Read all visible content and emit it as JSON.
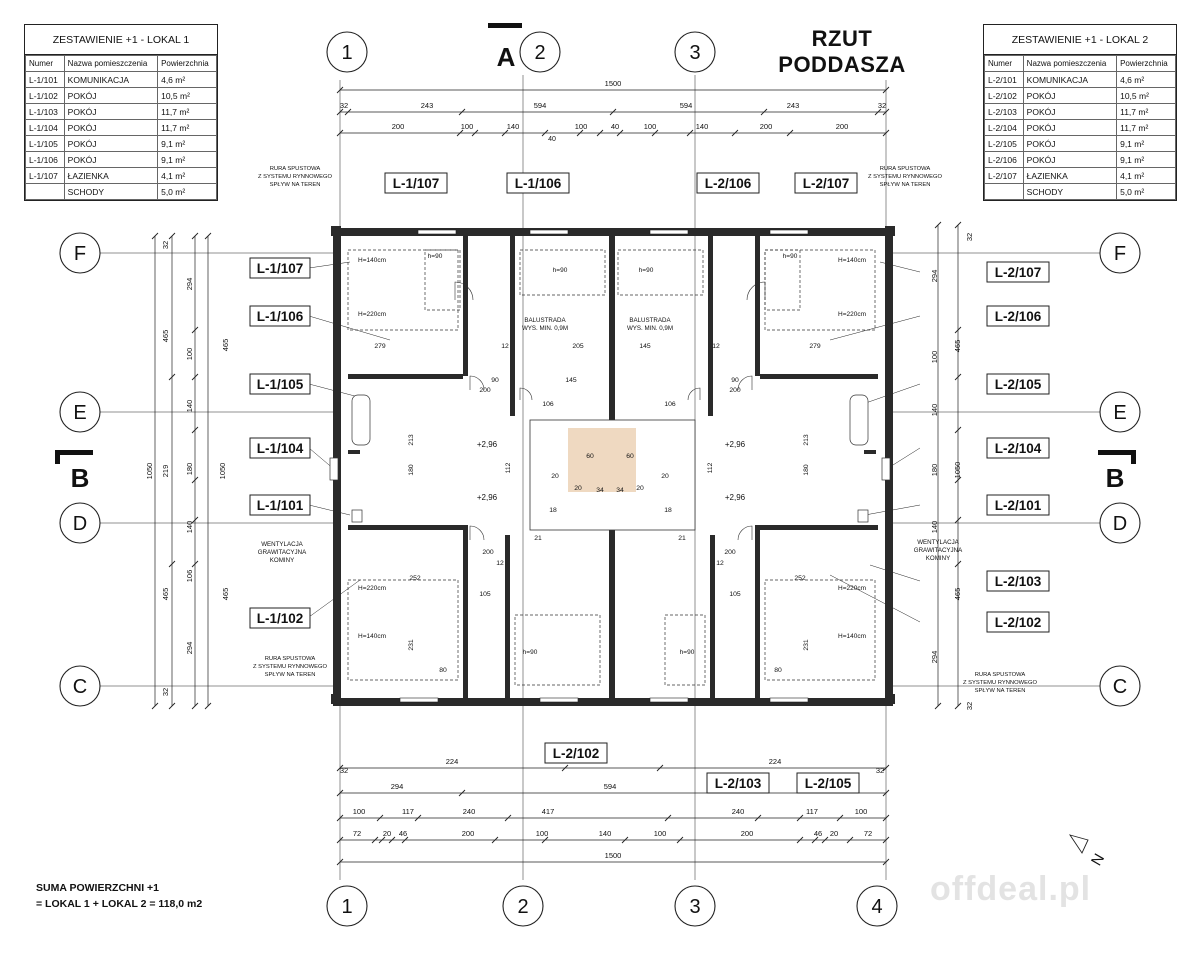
{
  "tables": [
    {
      "title": "ZESTAWIENIE +1 - LOKAL 1",
      "headers": [
        "Numer",
        "Nazwa pomieszczenia",
        "Powierzchnia"
      ],
      "rows": [
        [
          "L-1/101",
          "KOMUNIKACJA",
          "4,6 m²"
        ],
        [
          "L-1/102",
          "POKÓJ",
          "10,5 m²"
        ],
        [
          "L-1/103",
          "POKÓJ",
          "11,7 m²"
        ],
        [
          "L-1/104",
          "POKÓJ",
          "11,7 m²"
        ],
        [
          "L-1/105",
          "POKÓJ",
          "9,1 m²"
        ],
        [
          "L-1/106",
          "POKÓJ",
          "9,1 m²"
        ],
        [
          "L-1/107",
          "ŁAZIENKA",
          "4,1 m²"
        ],
        [
          "",
          "SCHODY",
          "5,0 m²"
        ]
      ]
    },
    {
      "title": "ZESTAWIENIE +1 - LOKAL 2",
      "headers": [
        "Numer",
        "Nazwa pomieszczenia",
        "Powierzchnia"
      ],
      "rows": [
        [
          "L-2/101",
          "KOMUNIKACJA",
          "4,6 m²"
        ],
        [
          "L-2/102",
          "POKÓJ",
          "10,5 m²"
        ],
        [
          "L-2/103",
          "POKÓJ",
          "11,7 m²"
        ],
        [
          "L-2/104",
          "POKÓJ",
          "11,7 m²"
        ],
        [
          "L-2/105",
          "POKÓJ",
          "9,1 m²"
        ],
        [
          "L-2/106",
          "POKÓJ",
          "9,1 m²"
        ],
        [
          "L-2/107",
          "ŁAZIENKA",
          "4,1 m²"
        ],
        [
          "",
          "SCHODY",
          "5,0 m²"
        ]
      ]
    }
  ],
  "heading": {
    "line1": "RZUT",
    "line2": "PODDASZA"
  },
  "summary": {
    "line1": "SUMA POWIERZCHNI +1",
    "line2": "= LOKAL 1 + LOKAL 2 = 118,0 m2"
  },
  "watermark": "offdeal.pl",
  "section_marks": {
    "a": "A",
    "b": "B"
  },
  "grid_axes": {
    "top": [
      "1",
      "2",
      "3"
    ],
    "bottom": [
      "1",
      "2",
      "3",
      "4"
    ],
    "rows": [
      "F",
      "E",
      "D",
      "C"
    ]
  },
  "room_tags_left": [
    "L-1/107",
    "L-1/106",
    "L-1/105",
    "L-1/104",
    "L-1/101",
    "L-1/102"
  ],
  "room_tags_right": [
    "L-2/107",
    "L-2/106",
    "L-2/105",
    "L-2/104",
    "L-2/101",
    "L-2/103",
    "L-2/102"
  ],
  "room_tags_top": [
    "L-1/107",
    "L-1/106",
    "L-2/106",
    "L-2/107"
  ],
  "room_tags_bottom": [
    "L-2/102",
    "L-2/103",
    "L-2/105"
  ],
  "dims_top_total": "1500",
  "dims_top_row2": [
    "32",
    "243",
    "594",
    "594",
    "243",
    "32"
  ],
  "dims_top_row3": [
    "200",
    "100",
    "140",
    "100",
    "40",
    "100",
    "140",
    "200",
    "200"
  ],
  "dims_top_small": "40",
  "dims_bottom_row1": [
    "224",
    "224"
  ],
  "dims_bottom_side": [
    "32",
    "32"
  ],
  "dims_bottom_row2": [
    "294",
    "594"
  ],
  "dims_bottom_row3": [
    "100",
    "117",
    "240",
    "417",
    "240",
    "117",
    "100"
  ],
  "dims_bottom_row4": [
    "72",
    "20",
    "46",
    "200",
    "100",
    "140",
    "100",
    "200",
    "46",
    "20",
    "72"
  ],
  "dims_bottom_total": "1500",
  "dims_left_outer": [
    "1050"
  ],
  "dims_left_mid": [
    "465",
    "219",
    "465"
  ],
  "dims_left_inner": [
    "294",
    "100",
    "140",
    "180",
    "140",
    "106",
    "294"
  ],
  "dims_left_full": [
    "1050"
  ],
  "dims_left_sub": [
    "465",
    "465"
  ],
  "dims_left_edge": [
    "32",
    "32"
  ],
  "dims_right_values": [
    "32",
    "294",
    "465",
    "100",
    "140",
    "1050",
    "180",
    "140",
    "465",
    "294",
    "32"
  ],
  "notes": {
    "rura": [
      "RURA SPUSTOWA",
      "Z SYSTEMU RYNNOWEGO",
      "SPŁYW NA TEREN"
    ],
    "went": [
      "WENTYLACJA",
      "GRAWITACYJNA",
      "KOMINY"
    ],
    "balustrada": [
      "BALUSTRADA",
      "WYS. MIN. 0,9M"
    ]
  },
  "plan_labels": {
    "h140": "H=140cm",
    "h220": "H=220cm",
    "h90": "h=90",
    "level": "+2,96",
    "dims": [
      "279",
      "279",
      "12",
      "12",
      "205",
      "145",
      "90",
      "90",
      "145",
      "106",
      "106",
      "200",
      "200",
      "12",
      "12",
      "252",
      "252",
      "105",
      "105",
      "231",
      "231",
      "213",
      "213",
      "180",
      "180",
      "112",
      "112",
      "200",
      "200",
      "60",
      "60",
      "20",
      "20",
      "20",
      "20",
      "80",
      "80",
      "34",
      "34",
      "18",
      "18",
      "21",
      "21"
    ]
  }
}
